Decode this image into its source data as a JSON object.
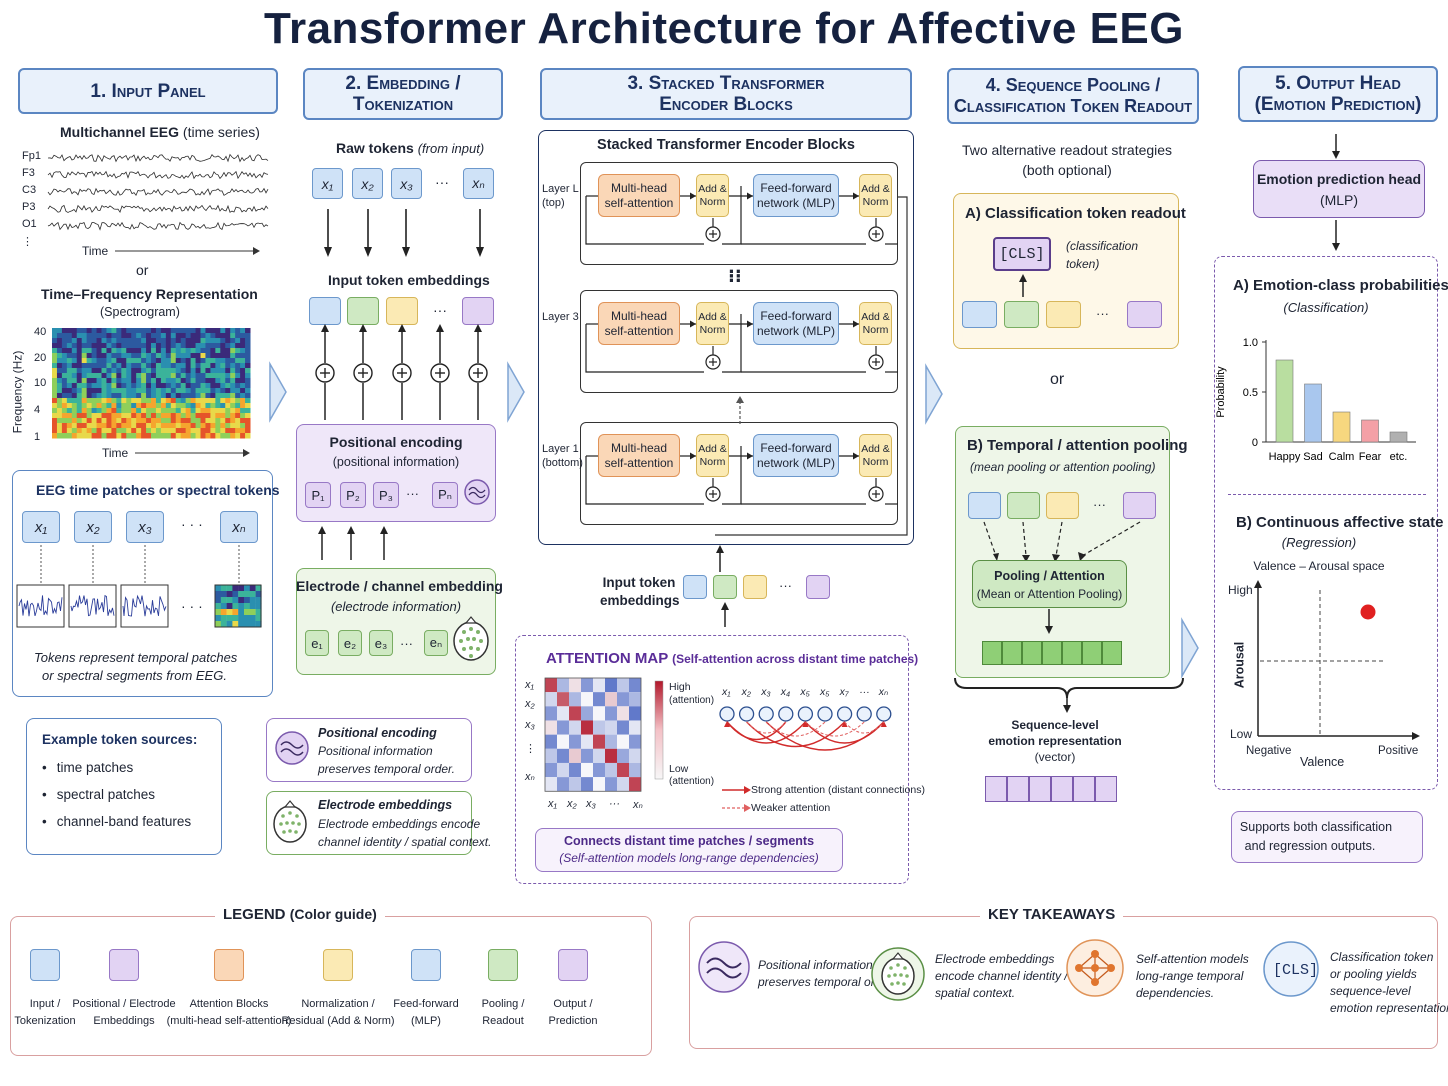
{
  "title": "Transformer Architecture for Affective EEG",
  "panels": {
    "p1": {
      "line1": "1. Input Panel",
      "line2": ""
    },
    "p2": {
      "line1": "2. Embedding /",
      "line2": "Tokenization"
    },
    "p3": {
      "line1": "3. Stacked Transformer",
      "line2": "Encoder Blocks"
    },
    "p4": {
      "line1": "4. Sequence Pooling /",
      "line2": "Classification Token Readout"
    },
    "p5": {
      "line1": "5. Output Head",
      "line2": "(Emotion Prediction)"
    }
  },
  "input": {
    "eeg_title": "Multichannel EEG",
    "eeg_title_sub": "(time series)",
    "channels": [
      "Fp1",
      "F3",
      "C3",
      "P3",
      "O1",
      "⋮"
    ],
    "time_label": "Time",
    "or": "or",
    "tf_title": "Time–Frequency Representation",
    "tf_sub": "(Spectrogram)",
    "freq_axis": "Frequency (Hz)",
    "freq_ticks": [
      "40",
      "20",
      "10",
      "4",
      "1"
    ],
    "tf_time": "Time",
    "patches_title": "EEG time patches or spectral tokens",
    "patch_tokens": [
      "x₁",
      "x₂",
      "x₃",
      "xₙ"
    ],
    "ellipsis": "· · ·",
    "patch_caption1": "Tokens represent temporal patches",
    "patch_caption2": "or spectral segments from EEG.",
    "sources_title": "Example token sources:",
    "sources": [
      "time patches",
      "spectral patches",
      "channel-band features"
    ]
  },
  "embedding": {
    "raw_title": "Raw tokens",
    "raw_sub": "(from input)",
    "raw_tokens": [
      "x₁",
      "x₂",
      "x₃",
      "xₙ"
    ],
    "ellipsis": "···",
    "input_emb": "Input token embeddings",
    "pos_title": "Positional encoding",
    "pos_sub": "(positional information)",
    "pos_tokens": [
      "P₁",
      "P₂",
      "P₃",
      "Pₙ"
    ],
    "elec_title": "Electrode / channel embedding",
    "elec_sub": "(electrode information)",
    "elec_tokens": [
      "e₁",
      "e₂",
      "e₃",
      "eₙ"
    ],
    "legend_pos_title": "Positional encoding",
    "legend_pos_text1": "Positional information",
    "legend_pos_text2": "preserves temporal order.",
    "legend_elec_title": "Electrode embeddings",
    "legend_elec_text1": "Electrode embeddings encode",
    "legend_elec_text2": "channel identity / spatial context."
  },
  "encoder": {
    "title": "Stacked Transformer Encoder Blocks",
    "layers": [
      {
        "label1": "Layer L",
        "label2": "(top)"
      },
      {
        "label1": "Layer 3",
        "label2": ""
      },
      {
        "label1": "Layer 1",
        "label2": "(bottom)"
      }
    ],
    "mha1": "Multi-head",
    "mha2": "self-attention",
    "add1": "Add &",
    "add2": "Norm",
    "ffn1": "Feed-forward",
    "ffn2": "network (MLP)",
    "plus": "+",
    "input_emb1": "Input token",
    "input_emb2": "embeddings",
    "ellipsis": "···",
    "vdots": "⁝⁝"
  },
  "attention": {
    "title": "ATTENTION MAP",
    "title_sub": "(Self-attention across distant time patches)",
    "row_labels": [
      "x₁",
      "x₂",
      "x₃",
      "⋮",
      "xₙ"
    ],
    "col_labels": [
      "x₁",
      "x₂",
      "x₃",
      "···",
      "xₙ"
    ],
    "high": "High",
    "high_sub": "(attention)",
    "low": "Low",
    "low_sub": "(attention)",
    "seq_labels": [
      "x₁",
      "x₂",
      "x₃",
      "x₄",
      "x₅",
      "x₅",
      "x₇",
      "···",
      "xₙ"
    ],
    "legend_strong": "Strong attention (distant connections)",
    "legend_weak": "Weaker attention",
    "caption1": "Connects distant time patches / segments",
    "caption2": "(Self-attention models long-range dependencies)",
    "matrix": [
      [
        0.9,
        0.3,
        0.55,
        0.2,
        0.45,
        0.1,
        0.35,
        0.15
      ],
      [
        0.4,
        0.85,
        0.3,
        0.5,
        0.15,
        0.6,
        0.2,
        0.3
      ],
      [
        0.2,
        0.45,
        0.9,
        0.25,
        0.5,
        0.2,
        0.55,
        0.1
      ],
      [
        0.55,
        0.2,
        0.4,
        0.95,
        0.35,
        0.4,
        0.15,
        0.45
      ],
      [
        0.15,
        0.5,
        0.2,
        0.45,
        0.9,
        0.3,
        0.5,
        0.2
      ],
      [
        0.35,
        0.15,
        0.6,
        0.2,
        0.4,
        0.95,
        0.25,
        0.4
      ],
      [
        0.2,
        0.4,
        0.15,
        0.5,
        0.2,
        0.35,
        0.9,
        0.3
      ],
      [
        0.45,
        0.2,
        0.35,
        0.15,
        0.5,
        0.2,
        0.4,
        0.9
      ]
    ]
  },
  "pooling": {
    "intro1": "Two alternative readout strategies",
    "intro2": "(both optional)",
    "a_title": "A) Classification token readout",
    "cls": "[CLS]",
    "cls_note1": "(classification",
    "cls_note2": "token)",
    "or": "or",
    "b_title": "B) Temporal / attention pooling",
    "b_sub": "(mean pooling or attention pooling)",
    "pool_box1": "Pooling / Attention",
    "pool_box2": "(Mean or Attention Pooling)",
    "seq_rep1": "Sequence-level",
    "seq_rep2": "emotion representation",
    "seq_rep3": "(vector)",
    "ellipsis": "···"
  },
  "output": {
    "head1": "Emotion prediction head",
    "head2": "(MLP)",
    "a_title": "A) Emotion-class probabilities",
    "a_sub": "(Classification)",
    "b_title": "B) Continuous affective state",
    "b_sub": "(Regression)",
    "va_space": "Valence – Arousal space",
    "arousal": "Arousal",
    "valence": "Valence",
    "high": "High",
    "low": "Low",
    "negative": "Negative",
    "positive": "Positive",
    "support1": "Supports both classification",
    "support2": "and regression outputs."
  },
  "chart_data": {
    "type": "bar",
    "categories": [
      "Happy",
      "Sad",
      "Calm",
      "Fear",
      "etc."
    ],
    "values": [
      0.82,
      0.58,
      0.3,
      0.22,
      0.1
    ],
    "ylabel": "Probability",
    "yticks": [
      "1.0",
      "0.5",
      "0"
    ],
    "ylim": [
      0,
      1.0
    ],
    "colors": [
      "#b9dea0",
      "#a9c7ee",
      "#f7d77f",
      "#f4a0a6",
      "#b0b0b0"
    ]
  },
  "legend": {
    "title": "LEGEND",
    "title_sub": "(Color guide)",
    "items": [
      {
        "line1": "Input /",
        "line2": "Tokenization",
        "kind": "blue"
      },
      {
        "line1": "Positional / Electrode",
        "line2": "Embeddings",
        "kind": "purple"
      },
      {
        "line1": "Attention Blocks",
        "line2": "(multi-head self-attention)",
        "kind": "orange"
      },
      {
        "line1": "Normalization /",
        "line2": "Residual (Add & Norm)",
        "kind": "yellow"
      },
      {
        "line1": "Feed-forward",
        "line2": "(MLP)",
        "kind": "blue"
      },
      {
        "line1": "Pooling /",
        "line2": "Readout",
        "kind": "green"
      },
      {
        "line1": "Output /",
        "line2": "Prediction",
        "kind": "purple"
      }
    ]
  },
  "takeaways": {
    "title": "KEY TAKEAWAYS",
    "items": [
      {
        "l1": "Positional information",
        "l2": "preserves temporal order.",
        "l3": ""
      },
      {
        "l1": "Electrode embeddings",
        "l2": "encode channel identity /",
        "l3": "spatial context."
      },
      {
        "l1": "Self-attention models",
        "l2": "long-range temporal",
        "l3": "dependencies."
      },
      {
        "l1": "Classification token",
        "l2": "or pooling yields",
        "l3": "sequence-level",
        "l4": "emotion representation."
      }
    ],
    "cls": "[CLS]"
  }
}
